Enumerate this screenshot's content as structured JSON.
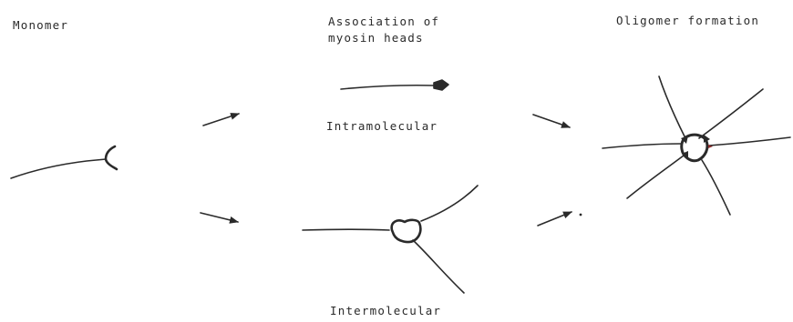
{
  "labels": {
    "monomer": "Monomer",
    "association_line1": "Association of",
    "association_line2": "myosin heads",
    "oligomer": "Oligomer formation",
    "intramolecular": "Intramolecular",
    "intermolecular": "Intermolecular"
  },
  "colors": {
    "ink": "#2a2a2a",
    "background": "#ffffff"
  }
}
